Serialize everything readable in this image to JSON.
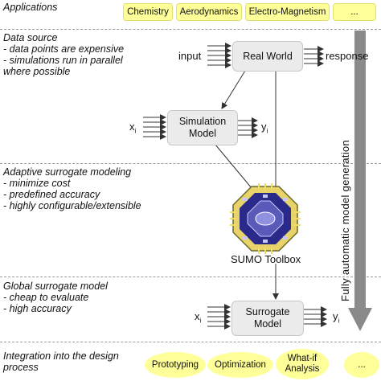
{
  "applications": {
    "title": "Applications",
    "items": [
      "Chemistry",
      "Aerodynamics",
      "Electro-Magnetism",
      "..."
    ]
  },
  "data_source": {
    "title": "Data source",
    "bullets": [
      "- data points are expensive",
      "- simulations run in parallel",
      "where possible"
    ],
    "input": "input",
    "box": "Real World",
    "output": "response"
  },
  "simulation": {
    "x": "x",
    "x_sub": "i",
    "box_line1": "Simulation",
    "box_line2": "Model",
    "y": "y",
    "y_sub": "i"
  },
  "adaptive": {
    "title": "Adaptive surrogate modeling",
    "bullets": [
      "- minimize cost",
      "- predefined accuracy",
      "- highly configurable/extensible"
    ],
    "toolbox": "SUMO Toolbox"
  },
  "global": {
    "title": "Global surrogate model",
    "bullets": [
      "- cheap to evaluate",
      "- high accuracy"
    ],
    "x": "x",
    "x_sub": "i",
    "box_line1": "Surrogate",
    "box_line2": "Model",
    "y": "y",
    "y_sub": "i"
  },
  "integration": {
    "title_line1": "Integration into the design",
    "title_line2": "process",
    "items": [
      "Prototyping",
      "Optimization",
      "What-if Analysis",
      "..."
    ]
  },
  "side_label": "Fully automatic model generation",
  "colors": {
    "highlight": "#ffff99",
    "box": "#ebebeb",
    "arrow": "#888888"
  }
}
